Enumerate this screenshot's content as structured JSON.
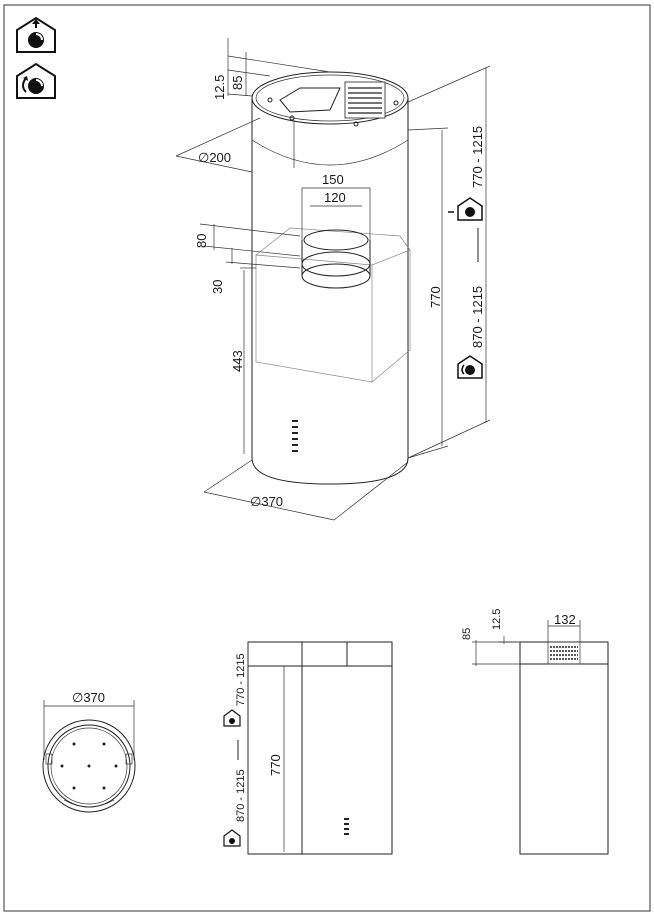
{
  "icons": {
    "extraction": "house-fan-extraction-icon",
    "recirculation": "house-fan-recirculation-icon"
  },
  "perspective": {
    "top_collar_height": "12.5",
    "top_band_height": "85",
    "outlet_diameter": "∅200",
    "spigot_outer": "150",
    "spigot_inner": "120",
    "spigot_height": "80",
    "spigot_offset": "30",
    "lower_height": "443",
    "body_height": "770",
    "range_extraction": "770 - 1215",
    "range_recirculation": "870 - 1215",
    "body_diameter": "∅370"
  },
  "top_view": {
    "diameter": "∅370"
  },
  "side_view": {
    "body_height": "770",
    "range_extraction": "770 - 1215",
    "range_recirculation": "870 - 1215"
  },
  "front_view": {
    "band_height": "85",
    "collar_height": "12.5",
    "grille_width": "132"
  }
}
